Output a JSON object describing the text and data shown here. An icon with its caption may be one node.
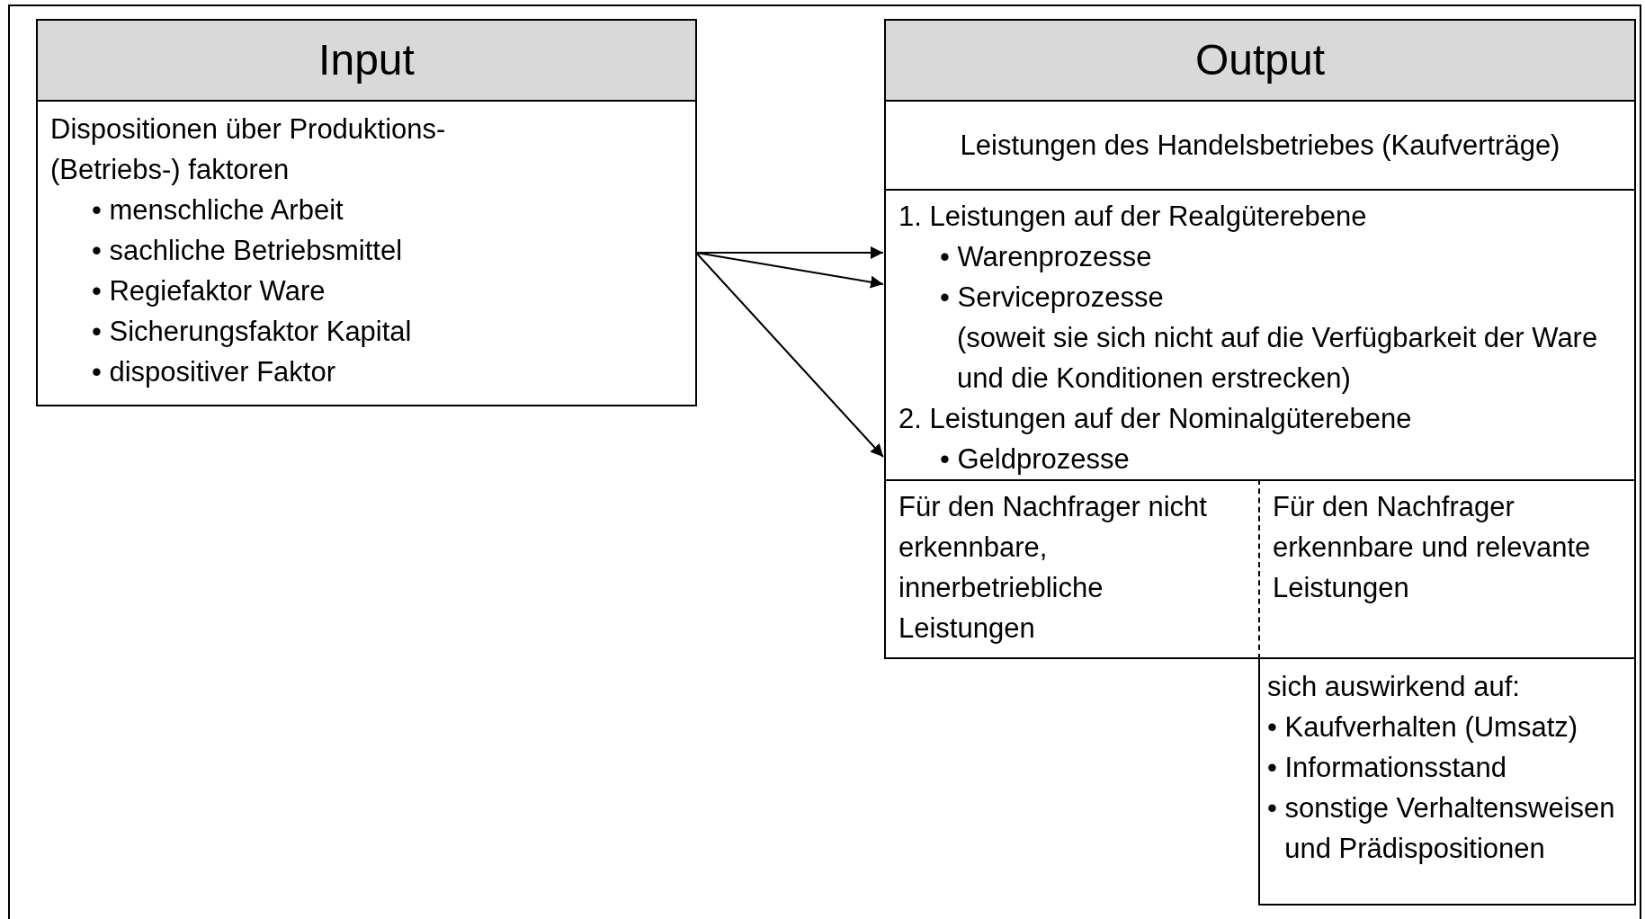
{
  "diagram": {
    "nodes": [
      {
        "text": [
          "Input",
          "Dispositionen über Produktions-(Betriebs-) faktoren",
          "• menschliche Arbeit",
          "• sachliche Betriebsmittel",
          "• Regiefaktor Ware",
          "• Sicherungsfaktor Kapital",
          "• dispositiver Faktor"
        ]
      },
      {
        "text": [
          "Output"
        ]
      },
      {
        "text": [
          "Leistungen des Handelsbetriebes (Kaufverträge)"
        ],
        "in": 1
      },
      {
        "text": [
          "1. Leistungen auf der Realgüterebene",
          "• Warenprozesse",
          "• Serviceprozesse",
          "(soweit sie sich nicht auf die Verfügbarkeit der Ware und die Konditionen erstrecken)",
          "2. Leistungen auf der Nominalgüterebene",
          "• Geldprozesse"
        ],
        "in": 1
      },
      {
        "text": [
          "Für den Nachfrager nicht erkennbare, innerbetriebliche Leistungen"
        ],
        "in": 1
      },
      {
        "text": [
          "Für den Nachfrager erkennbare und relevante Leistungen"
        ],
        "in": 1
      },
      {
        "text": [
          "sich auswirkend auf:",
          "• Kaufverhalten (Umsatz)",
          "• Informationsstand",
          "• sonstige Verhaltensweisen und Prädispositionen"
        ]
      }
    ],
    "edges": [
      {
        "from": 0,
        "to": 3,
        "arrow": "to"
      },
      {
        "from": 0,
        "to": 3,
        "arrow": "to"
      },
      {
        "from": 0,
        "to": 3,
        "arrow": "to"
      }
    ]
  }
}
